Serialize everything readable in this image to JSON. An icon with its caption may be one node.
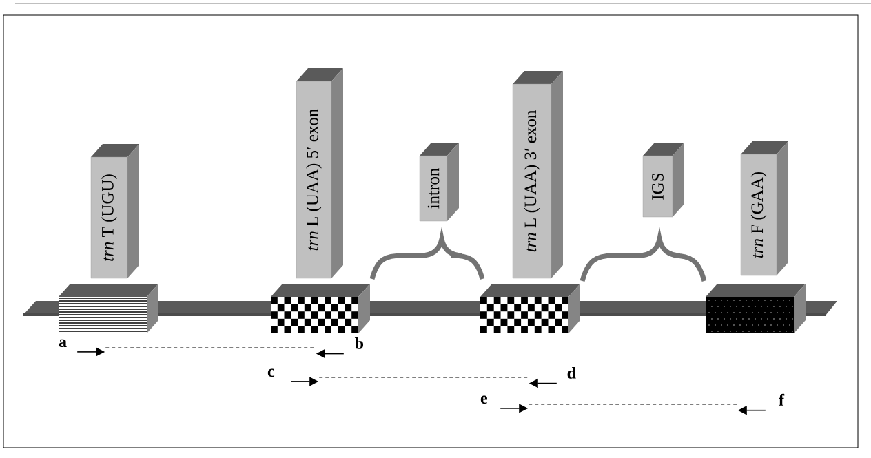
{
  "diagram": {
    "nodes": [
      {
        "text": [
          "*trn* T (UGU)"
        ]
      },
      {
        "text": [
          "*trn* L (UAA) 5′ exon"
        ]
      },
      {
        "text": [
          "intron"
        ]
      },
      {
        "text": [
          "*trn* L (UAA) 3′ exon"
        ]
      },
      {
        "text": [
          "IGS"
        ]
      },
      {
        "text": [
          "*trn* F (GAA)"
        ]
      },
      {
        "text": [],
        "shape": "box"
      },
      {
        "text": [],
        "shape": "box"
      },
      {
        "text": [],
        "shape": "box"
      },
      {
        "text": [],
        "shape": "box"
      },
      {
        "text": [
          "a"
        ]
      },
      {
        "text": [
          "b"
        ]
      },
      {
        "text": [
          "c"
        ]
      },
      {
        "text": [
          "d"
        ]
      },
      {
        "text": [
          "e"
        ]
      },
      {
        "text": [
          "f"
        ]
      }
    ],
    "edges": [
      {
        "from": 10,
        "to": 11,
        "arrow": "none",
        "style": "dashed"
      },
      {
        "from": 12,
        "to": 13,
        "arrow": "none",
        "style": "dashed"
      },
      {
        "from": 14,
        "to": 15,
        "arrow": "none",
        "style": "dashed"
      }
    ]
  }
}
